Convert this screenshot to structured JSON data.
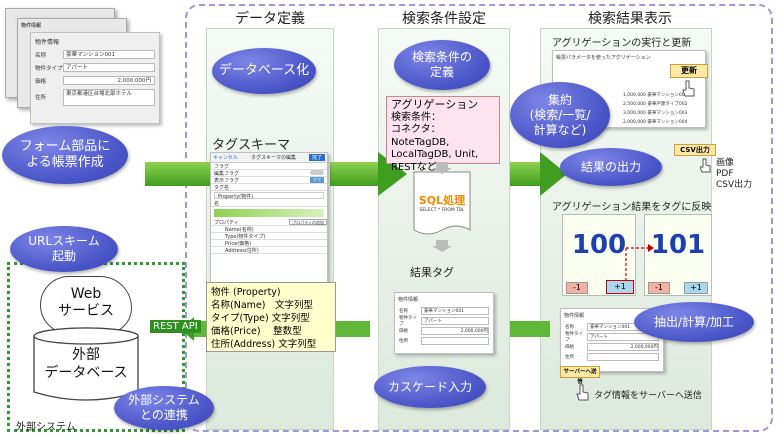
{
  "headers": {
    "data_def": "データ定義",
    "search_cond": "検索条件設定",
    "search_result": "検索結果表示"
  },
  "form_cards": {
    "back_label": "物件情報",
    "front": {
      "title": "物件情報",
      "rows": [
        {
          "label": "名称",
          "value": "豪華マンション001"
        },
        {
          "label": "物件タイプ",
          "value": "アパート"
        },
        {
          "label": "価格",
          "value": "2,000,000円"
        },
        {
          "label": "住所",
          "value": "東京都港区台場北部ホテル"
        }
      ]
    }
  },
  "bubbles": {
    "form_creation": "フォーム部品に\nよる帳票作成",
    "database_ize": "データベース化",
    "search_def": "検索条件の\n定義",
    "aggregate": "集約\n(検索/一覧/\n計算など)",
    "output": "結果の出力",
    "url_scheme": "URLスキーム\n起動",
    "cascade": "カスケード入力",
    "external_link": "外部システム\nとの連携",
    "extract": "抽出/計算/加工"
  },
  "tag_schema": {
    "title": "タグスキーマ",
    "cancel": "キャンセル",
    "edit_title": "タグスキーマの編集",
    "done": "完了",
    "flag_header": "フラグ",
    "flag1": "編集フラグ",
    "flag2": "表示フラグ",
    "off": "オフ",
    "type_header": "タグ名",
    "type_value": "Property(物件)",
    "name_header": "名",
    "prop_header": "プロパティ",
    "add_prop": "プロパティの追加",
    "props": [
      "Name(名称)",
      "Type(物件タイプ)",
      "Price(価格)",
      "Address(住所)"
    ],
    "desc_lines": [
      "物件 (Property)",
      "名称(Name)　文字列型",
      "タイプ(Type) 文字列型",
      "価格(Price)　 整数型",
      "住所(Address) 文字列型"
    ]
  },
  "aggregation_box": {
    "lines": [
      "アグリゲーション",
      "検索条件：",
      "コネクタ：NoteTagDB,",
      "LocalTagDB, Unit,",
      "RESTなど"
    ]
  },
  "sql": {
    "title": "SQL処理",
    "query": "SELECT * FROM TBL"
  },
  "result_tag_label": "結果タグ",
  "cascade_card": {
    "title": "物件情報",
    "rows": [
      {
        "label": "名称",
        "value": "豪華マンション001"
      },
      {
        "label": "物件タイプ",
        "value": "アパート"
      },
      {
        "label": "価格",
        "value": "2,000,000円"
      },
      {
        "label": "住所",
        "value": ""
      }
    ]
  },
  "agg_update": {
    "title": "アグリゲーションの実行と更新",
    "panel_title": "帳票パラメータを使ったアグリゲーション",
    "update_btn": "更新",
    "rows": [
      "1,000,000 豪華マンション001",
      "2,500,000 豪華戸建タイプ002",
      "3,000,000 豪華マンション003",
      "2,000,000 豪華マンション004"
    ]
  },
  "csv_output": {
    "button": "CSV出力",
    "formats": [
      "画像",
      "PDF",
      "CSV出力"
    ]
  },
  "reflect": {
    "title": "アグリゲーション結果をタグに反映",
    "left_value": "100",
    "right_value": "101",
    "minus": "-1",
    "plus": "+1"
  },
  "result_card": {
    "title": "物件情報",
    "rows": [
      {
        "label": "名称",
        "value": "豪華マンション001"
      },
      {
        "label": "物件タイプ",
        "value": "アパート"
      },
      {
        "label": "価格",
        "value": "2,000,000円"
      },
      {
        "label": "住所",
        "value": ""
      }
    ],
    "send_btn": "サーバーへ送信",
    "send_note": "タグ情報をサーバーへ送信"
  },
  "external": {
    "web_service": "Web\nサービス",
    "database": "外部\nデータベース",
    "system_label": "外部システム",
    "rest_api": "REST API"
  }
}
